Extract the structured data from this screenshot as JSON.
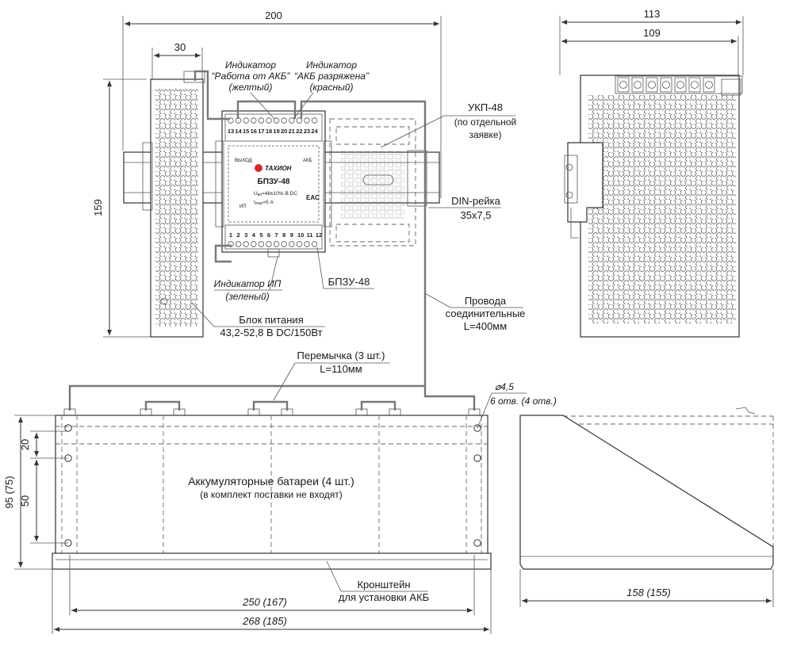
{
  "dimensions": {
    "top_width": "200",
    "psu_width": "30",
    "height_top": "159",
    "side_width_outer": "113",
    "side_width_inner": "109",
    "bracket_h1": "20",
    "bracket_h2": "50",
    "bracket_total_h": "95 (75)",
    "bracket_inner_w": "250 (167)",
    "bracket_outer_w": "268 (185)",
    "bracket_depth": "158 (155)",
    "hole_diameter": "⌀4,5",
    "hole_count": "6 отв. (4 отв.)"
  },
  "callouts": {
    "ind_akb_title": "Индикатор",
    "ind_akb_line2": "“Работа от АКБ”",
    "ind_akb_line3": "(желтый)",
    "ind_low_title": "Индикатор",
    "ind_low_line2": "“АКБ разряжена”",
    "ind_low_line3": "(красный)",
    "ukp_line1": "УКП-48",
    "ukp_line2": "(по отдельной",
    "ukp_line3": "заявке)",
    "din_line1": "DIN-рейка",
    "din_line2": "35x7,5",
    "ind_ip_line1": "Индикатор ИП",
    "ind_ip_line2": "(зеленый)",
    "bpzu": "БПЗУ-48",
    "psu_line1": "Блок питания",
    "psu_line2": "43,2-52,8 В DC/150Вт",
    "wires_line1": "Провода",
    "wires_line2": "соединительные",
    "wires_line3": "L=400мм",
    "jumper_line1": "Перемычка (3 шт.)",
    "jumper_line2": "L=110мм",
    "batteries_line1": "Аккумуляторные батареи (4 шт.)",
    "batteries_line2": "(в комплект поставки не входят)",
    "bracket_line1": "Кронштейн",
    "bracket_line2": "для установки АКБ"
  },
  "module": {
    "brand": "ТАХИОН",
    "model": "БПЗУ-48",
    "spec_u": "U",
    "spec_u_sub": "вп",
    "spec_u_val": "=48±10% В DC",
    "spec_i": "I",
    "spec_i_sub": "max",
    "spec_i_val": "=5 А",
    "mark": "EAC",
    "out_label": "ВЫХОД",
    "akb_label": "АКБ",
    "ip_label": "ИП",
    "top_terminals": [
      "13",
      "14",
      "15",
      "16",
      "17",
      "18",
      "19",
      "20",
      "21",
      "22",
      "23",
      "24"
    ],
    "bottom_terminals": [
      "1",
      "2",
      "3",
      "4",
      "5",
      "6",
      "7",
      "8",
      "9",
      "10",
      "11",
      "12"
    ]
  },
  "colors": {
    "line": "#333333",
    "wire": "#777777",
    "brand_red": "#d7262b"
  }
}
